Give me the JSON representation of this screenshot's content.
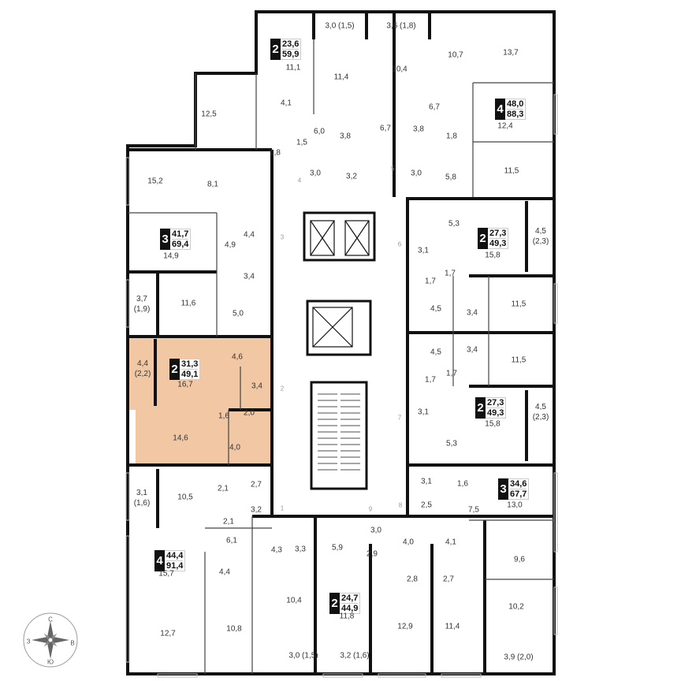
{
  "highlight_color": "#f2c8a4",
  "apartments": [
    {
      "rooms": "2",
      "living": "23,6",
      "total": "59,9"
    },
    {
      "rooms": "4",
      "living": "48,0",
      "total": "88,3"
    },
    {
      "rooms": "3",
      "living": "41,7",
      "total": "69,4"
    },
    {
      "rooms": "2",
      "living": "27,3",
      "total": "49,3"
    },
    {
      "rooms": "2",
      "living": "31,3",
      "total": "49,1",
      "highlighted": true
    },
    {
      "rooms": "2",
      "living": "27,3",
      "total": "49,3"
    },
    {
      "rooms": "3",
      "living": "34,6",
      "total": "67,7"
    },
    {
      "rooms": "4",
      "living": "44,4",
      "total": "91,4"
    },
    {
      "rooms": "2",
      "living": "24,7",
      "total": "44,9"
    }
  ],
  "room_areas": [
    "11,1",
    "3,0 (1,5)",
    "3,6 (1,8)",
    "10,7",
    "13,7",
    "11,4",
    "10,4",
    "12,5",
    "4,1",
    "6,7",
    "12,4",
    "6,7",
    "6,0",
    "3,8",
    "1,5",
    "1,8",
    "3,8",
    "1,8",
    "3,0",
    "3,2",
    "3,0",
    "5,8",
    "11,5",
    "15,2",
    "8,1",
    "5,3",
    "15,8",
    "4,5 (2,3)",
    "4,4",
    "4,9",
    "14,9",
    "3,1",
    "3,4",
    "1,7",
    "1,7",
    "3,7 (1,9)",
    "11,6",
    "5,0",
    "4,5",
    "3,4",
    "11,5",
    "4,5",
    "3,4",
    "11,5",
    "4,4 (2,2)",
    "16,7",
    "4,6",
    "3,4",
    "1,7",
    "1,7",
    "1,6",
    "2,0",
    "14,6",
    "4,0",
    "3,1",
    "15,8",
    "4,5 (2,3)",
    "5,3",
    "3,1 (1,6)",
    "10,5",
    "2,1",
    "2,7",
    "3,2",
    "2,1",
    "3,1",
    "1,6",
    "13,0",
    "2,5",
    "7,5",
    "3,0",
    "4,0",
    "4,1",
    "6,1",
    "15,7",
    "4,3",
    "3,3",
    "5,9",
    "2,9",
    "4,4",
    "9,6",
    "2,8",
    "2,7",
    "10,4",
    "10,8",
    "12,7",
    "11,8",
    "12,9",
    "11,4",
    "10,2",
    "3,0 (1,5)",
    "3,2 (1,6)",
    "3,9 (2,0)"
  ],
  "entrances": [
    "1",
    "2",
    "3",
    "4",
    "5",
    "6",
    "7",
    "8",
    "9"
  ],
  "compass": {
    "icon": "compass-rose-icon",
    "north": "С",
    "south": "Ю",
    "west": "З",
    "east": "В"
  }
}
